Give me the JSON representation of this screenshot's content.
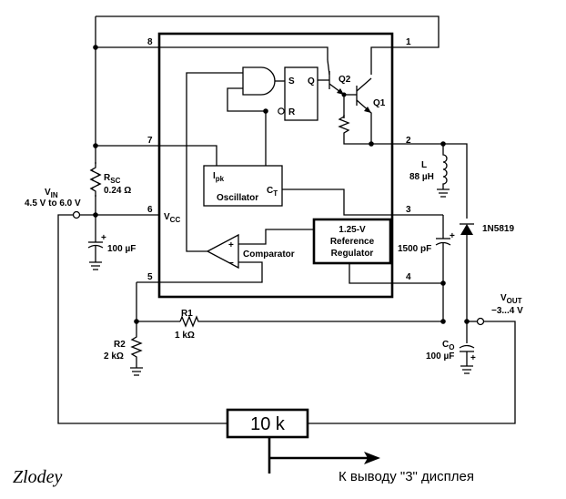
{
  "pins": {
    "p1": "1",
    "p2": "2",
    "p3": "3",
    "p4": "4",
    "p5": "5",
    "p6": "6",
    "p7": "7",
    "p8": "8"
  },
  "blocks": {
    "sr_s": "S",
    "sr_q": "Q",
    "sr_r": "R",
    "q2": "Q2",
    "q1": "Q1",
    "ipk": "I",
    "ipk_sub": "pk",
    "oscillator": "Oscillator",
    "ct": "C",
    "ct_sub": "T",
    "vcc": "V",
    "vcc_sub": "CC",
    "comparator": "Comparator",
    "comp_plus": "+",
    "comp_minus": "−",
    "ref_line1": "1.25-V",
    "ref_line2": "Reference",
    "ref_line3": "Regulator"
  },
  "labels": {
    "vin": "V",
    "vin_sub": "IN",
    "vin_range": "4.5 V to 6.0 V",
    "rsc": "R",
    "rsc_sub": "SC",
    "rsc_val": "0.24 Ω",
    "c_in_val": "100 µF",
    "c_in_plus": "+",
    "l": "L",
    "l_val": "88 µH",
    "diode": "1N5819",
    "ct_val": "1500 pF",
    "ct_plus": "+",
    "vout": "V",
    "vout_sub": "OUT",
    "vout_val": "−3...4 V",
    "r1": "R1",
    "r1_val": "1 kΩ",
    "r2": "R2",
    "r2_val": "2 kΩ",
    "co": "C",
    "co_sub": "O",
    "co_val": "100 µF",
    "co_plus": "+",
    "pot": "10 k",
    "note": "К выводу \"3\" дисплея",
    "signature": "Zlodey"
  }
}
